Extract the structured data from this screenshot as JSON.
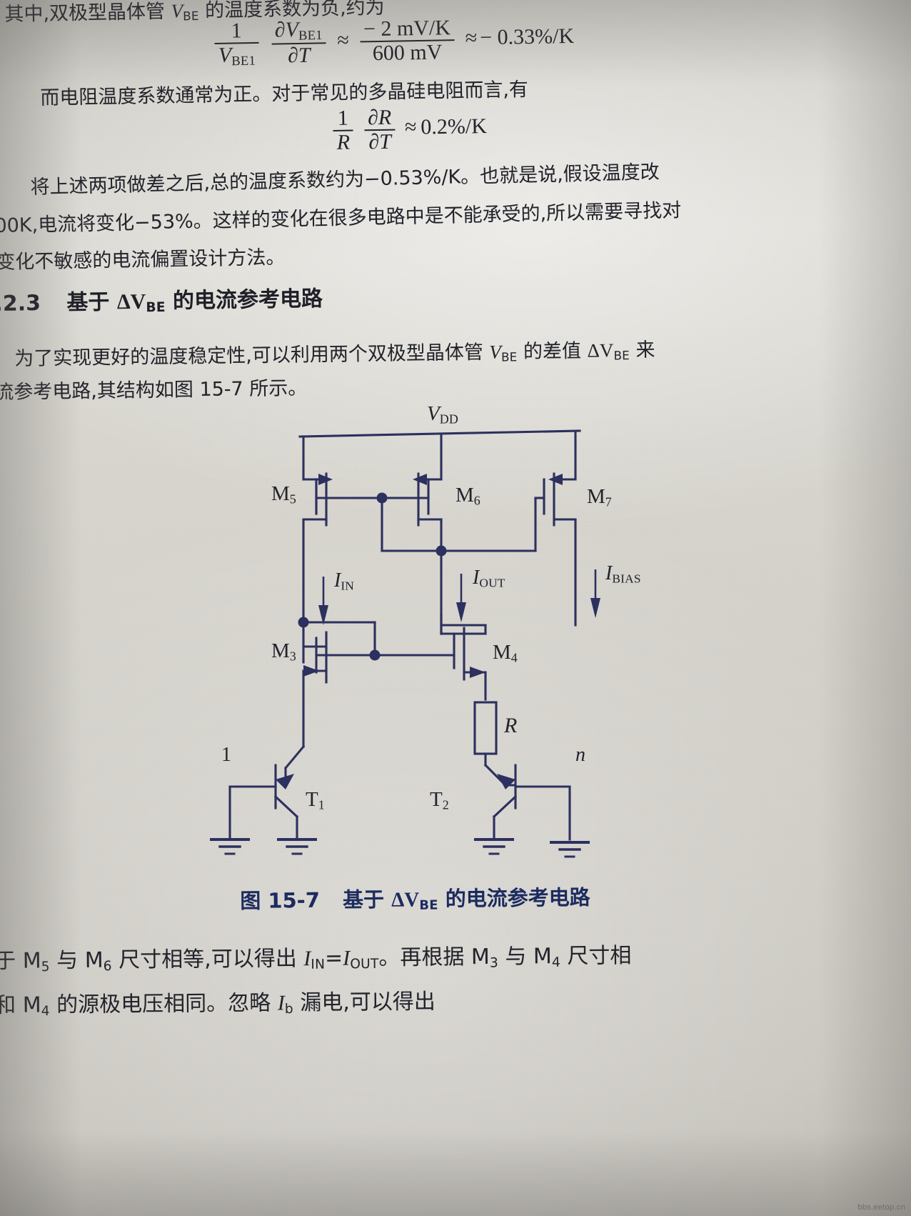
{
  "page": {
    "background_color": "#d4d2cb",
    "ink_color": "#21222a",
    "figure_ink_color": "#2b2f5e",
    "caption_color": "#1b2a5e",
    "watermark": "bbs.eetop.cn"
  },
  "body": {
    "line1_pre": "其中,双极型晶体管 ",
    "line1_sym": "V",
    "line1_sub": "BE",
    "line1_post": " 的温度系数为负,约为",
    "equation1": {
      "lhs_frac_num": "1",
      "lhs_frac_den": "V",
      "lhs_frac_den_sub": "BE1",
      "lhs2_frac_num": "∂V",
      "lhs2_frac_num_sub": "BE1",
      "lhs2_frac_den": "∂T",
      "approx1": "≈",
      "mid_frac_num": "− 2 mV/K",
      "mid_frac_den": "600 mV",
      "approx2": "≈",
      "result": "− 0.33%/K"
    },
    "line2": "而电阻温度系数通常为正。对于常见的多晶硅电阻而言,有",
    "equation2": {
      "frac1_num": "1",
      "frac1_den": "R",
      "frac2_num": "∂R",
      "frac2_den": "∂T",
      "approx": "≈",
      "result": "0.2%/K"
    },
    "line3": "将上述两项做差之后,总的温度系数约为−0.53%/K。也就是说,假设温度改",
    "line4": "00K,电流将变化−53%。这样的变化在很多电路中是不能承受的,所以需要寻找对",
    "line5": "变化不敏感的电流偏置设计方法。"
  },
  "heading": {
    "number": ".2.3",
    "text_pre": "基于 ",
    "delta": "ΔV",
    "delta_sub": "BE",
    "text_post": " 的电流参考电路"
  },
  "para2": {
    "line1_a": "为了实现更好的温度稳定性,可以利用两个双极型晶体管 ",
    "line1_v": "V",
    "line1_v_sub": "BE",
    "line1_b": " 的差值 ",
    "line1_dv": "ΔV",
    "line1_dv_sub": "BE",
    "line1_c": " 来",
    "line2": "流参考电路,其结构如图 15-7 所示。"
  },
  "figure": {
    "supply_label": "V",
    "supply_label_sub": "DD",
    "transistors": [
      {
        "name": "M",
        "sub": "5",
        "type": "pmos"
      },
      {
        "name": "M",
        "sub": "6",
        "type": "pmos"
      },
      {
        "name": "M",
        "sub": "7",
        "type": "pmos"
      },
      {
        "name": "M",
        "sub": "3",
        "type": "nmos"
      },
      {
        "name": "M",
        "sub": "4",
        "type": "nmos"
      },
      {
        "name": "T",
        "sub": "1",
        "type": "npn"
      },
      {
        "name": "T",
        "sub": "2",
        "type": "npn"
      }
    ],
    "currents": [
      {
        "name": "I",
        "sub": "IN"
      },
      {
        "name": "I",
        "sub": "OUT"
      },
      {
        "name": "I",
        "sub": "BIAS"
      }
    ],
    "resistor_label": "R",
    "emitter_ratio_left": "1",
    "emitter_ratio_right": "n"
  },
  "caption": {
    "prefix": "图 15-7",
    "title_pre": "基于 ",
    "delta": "ΔV",
    "delta_sub": "BE",
    "title_post": " 的电流参考电路"
  },
  "footer": {
    "line1_a": "于 M",
    "line1_a_sub": "5",
    "line1_b": " 与 M",
    "line1_b_sub": "6",
    "line1_c": " 尺寸相等,可以得出 ",
    "line1_i1": "I",
    "line1_i1_sub": "IN",
    "line1_eq": "=",
    "line1_i2": "I",
    "line1_i2_sub": "OUT",
    "line1_d": "。再根据 M",
    "line1_d_sub": "3",
    "line1_e": " 与 M",
    "line1_e_sub": "4",
    "line1_f": " 尺寸相",
    "line2_a": "和 M",
    "line2_a_sub": "4",
    "line2_b": " 的源极电压相同。忽略 ",
    "line2_i": "I",
    "line2_i_sub": "b",
    "line2_c": " 漏电,可以得出"
  }
}
